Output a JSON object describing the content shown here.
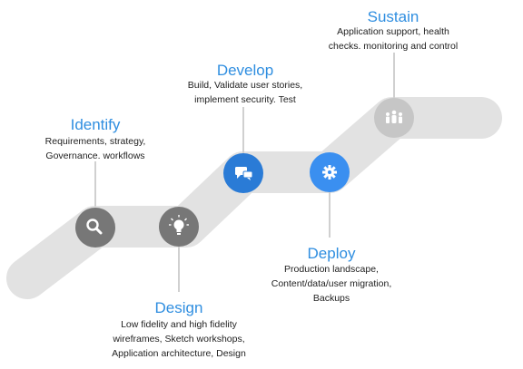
{
  "colors": {
    "track": "#e2e2e2",
    "node_gray": "#777777",
    "node_light": "#c6c6c6",
    "node_blue_dark": "#2a7bd6",
    "node_blue": "#3a8ff0",
    "title_blue": "#2f8ee0",
    "connector": "#d0d0d0"
  },
  "steps": [
    {
      "key": "identify",
      "title": "Identify",
      "icon": "search-icon",
      "lines": [
        "Requirements, strategy,",
        "Governance. workflows"
      ]
    },
    {
      "key": "design",
      "title": "Design",
      "icon": "lightbulb-icon",
      "lines": [
        "Low fidelity and high fidelity",
        "wireframes, Sketch workshops,",
        "Application architecture, Design"
      ]
    },
    {
      "key": "develop",
      "title": "Develop",
      "icon": "chat-icon",
      "lines": [
        "Build, Validate user stories,",
        "implement security. Test"
      ]
    },
    {
      "key": "deploy",
      "title": "Deploy",
      "icon": "gear-icon",
      "lines": [
        "Production landscape,",
        "Content/data/user migration,",
        "Backups"
      ]
    },
    {
      "key": "sustain",
      "title": "Sustain",
      "icon": "people-icon",
      "lines": [
        "Application support, health",
        "checks. monitoring and control"
      ]
    }
  ]
}
